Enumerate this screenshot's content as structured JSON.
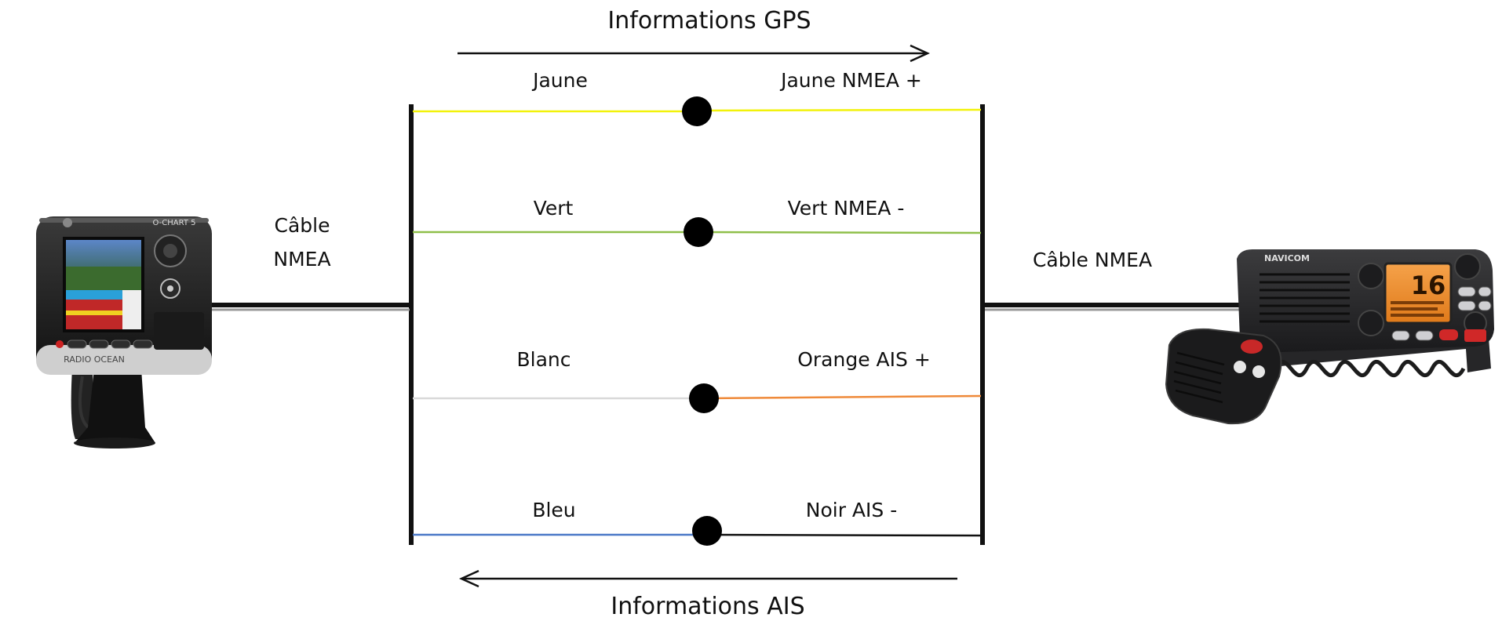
{
  "diagram": {
    "top_flow": {
      "label": "Informations GPS",
      "direction": "left-to-right"
    },
    "bottom_flow": {
      "label": "Informations AIS",
      "direction": "right-to-left"
    },
    "left_cable": {
      "label_line1": "Câble",
      "label_line2": "NMEA"
    },
    "right_cable": {
      "label": "Câble NMEA"
    },
    "left_device": {
      "brand_text": "RADIO OCEAN",
      "model_text": "O-CHART 5"
    },
    "right_device": {
      "brand_text": "NAVICOM",
      "channel_display": "16"
    },
    "wires": [
      {
        "left_label": "Jaune",
        "right_label": "Jaune NMEA +",
        "left_color": "#f2f20a",
        "right_color": "#f2f20a"
      },
      {
        "left_label": "Vert",
        "right_label": "Vert NMEA -",
        "left_color": "#8fbf4a",
        "right_color": "#8fbf4a"
      },
      {
        "left_label": "Blanc",
        "right_label": "Orange AIS +",
        "left_color": "#d9d9d9",
        "right_color": "#ef8a3a"
      },
      {
        "left_label": "Bleu",
        "right_label": "Noir AIS -",
        "left_color": "#4a78c8",
        "right_color": "#111111"
      }
    ]
  }
}
